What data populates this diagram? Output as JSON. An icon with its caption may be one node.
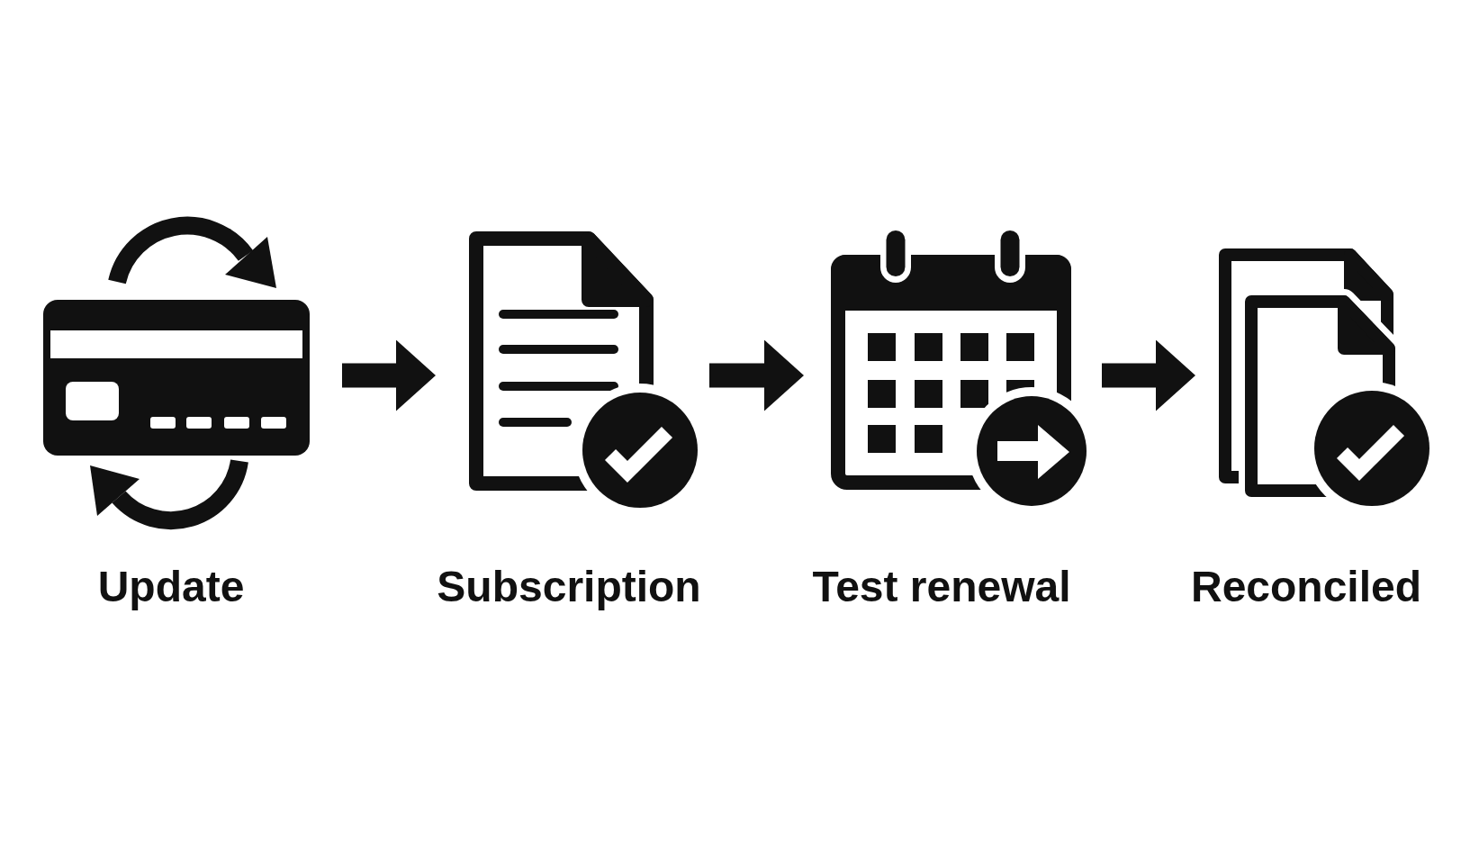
{
  "diagram": {
    "nodes": [
      {
        "text": [
          "Update"
        ]
      },
      {
        "text": [
          "Subscription"
        ]
      },
      {
        "text": [
          "Test renewal"
        ]
      },
      {
        "text": [
          "Reconciled"
        ]
      }
    ],
    "edges": [
      {
        "from": 0,
        "to": 1,
        "arrow": "to"
      },
      {
        "from": 1,
        "to": 2,
        "arrow": "to"
      },
      {
        "from": 2,
        "to": 3,
        "arrow": "to"
      }
    ]
  }
}
